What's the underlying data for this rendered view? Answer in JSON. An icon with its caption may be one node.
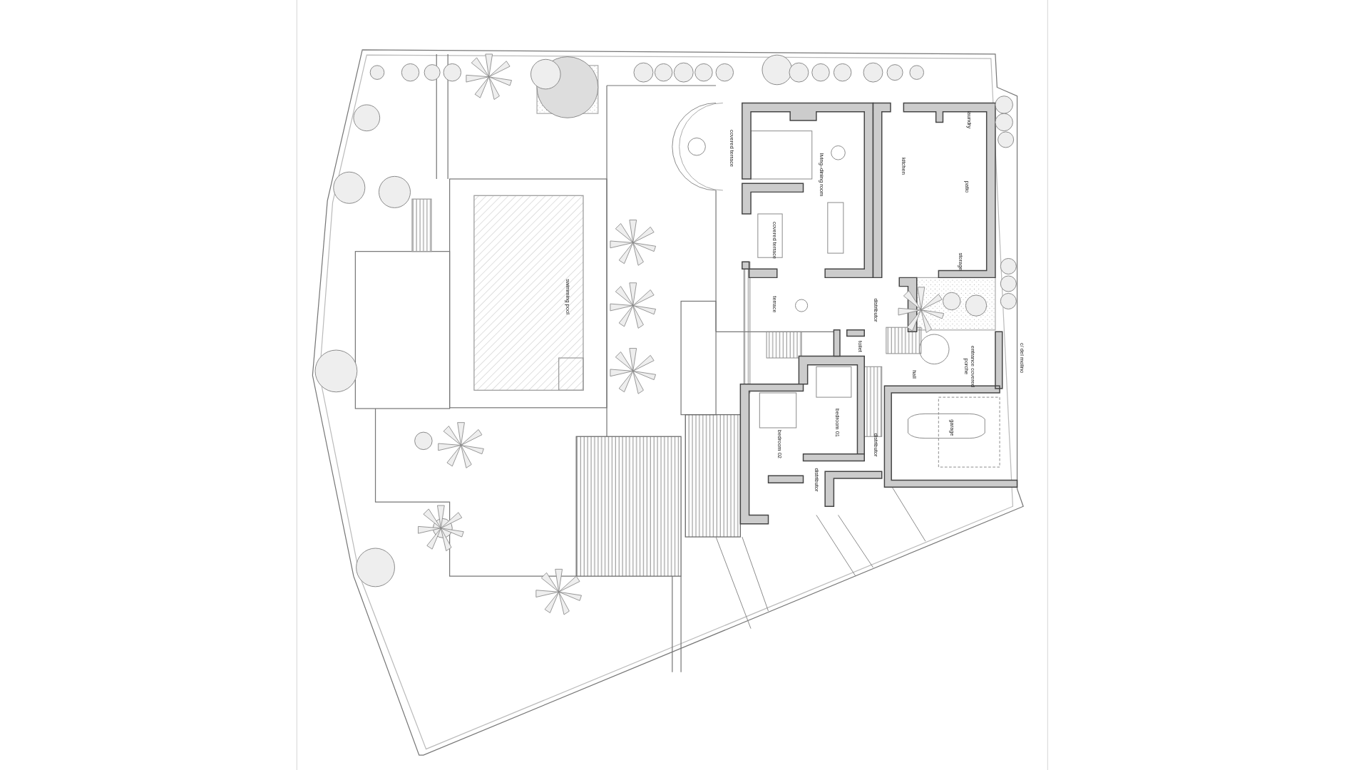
{
  "diagram": {
    "labels": [
      "covered terrace",
      "living–dining room",
      "kitchen",
      "laundry",
      "patio",
      "covered terrace",
      "storage",
      "swimming pool",
      "terrace",
      "distributor",
      "toilet",
      "entrance covered porche",
      "c/ del molino",
      "hall",
      "bedroom 01",
      "bedroom 02",
      "garage",
      "distributor",
      "distributor"
    ]
  }
}
